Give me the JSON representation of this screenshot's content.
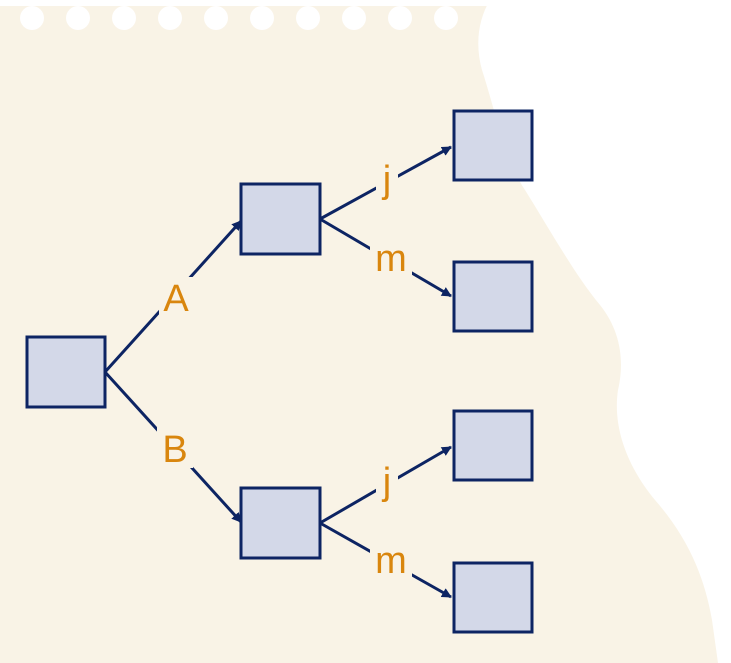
{
  "colors": {
    "paper": "#f9f3e6",
    "box_fill": "#d3d8e8",
    "box_stroke": "#0d2463",
    "line": "#0d2463",
    "label": "#d9860e"
  },
  "tree": {
    "level1_labels": {
      "upper": "A",
      "lower": "B"
    },
    "level2_labels": {
      "upper_top": "j",
      "upper_bottom": "m",
      "lower_top": "j",
      "lower_bottom": "m"
    }
  }
}
